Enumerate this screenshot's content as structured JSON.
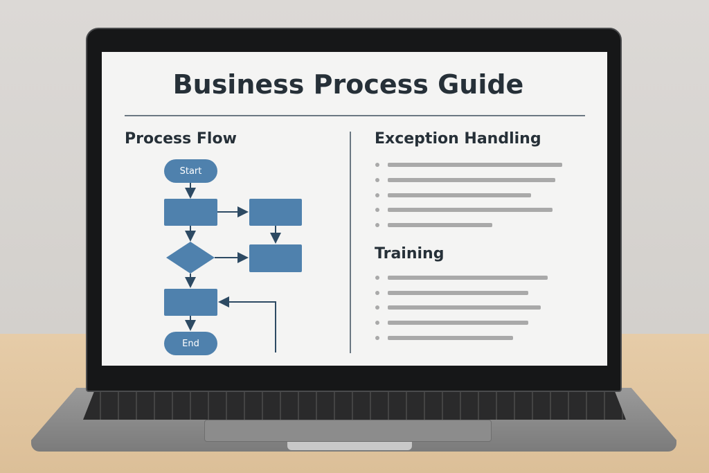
{
  "document": {
    "title": "Business Process Guide",
    "left_section": {
      "heading": "Process Flow",
      "start_label": "Start",
      "end_label": "End"
    },
    "right_sections": [
      {
        "heading": "Exception Handling",
        "bullet_count": 5
      },
      {
        "heading": "Training",
        "bullet_count": 5
      }
    ]
  },
  "colors": {
    "shape": "#4f81ad",
    "text": "#263038",
    "arrow": "#2d4a63"
  }
}
